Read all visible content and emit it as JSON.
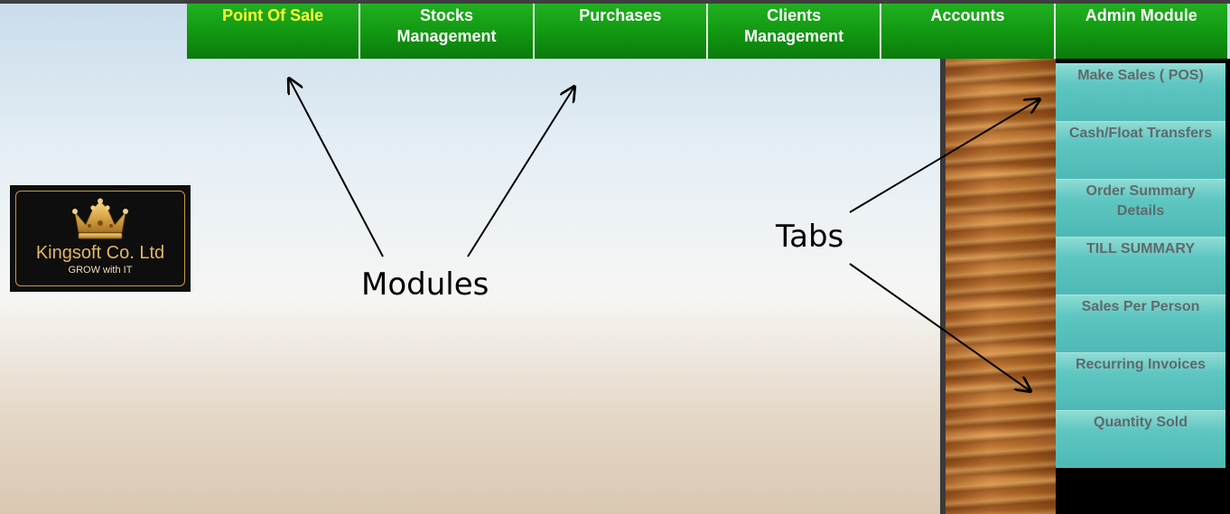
{
  "modules": [
    {
      "label": "Point Of Sale",
      "active": true
    },
    {
      "label": "Stocks\nManagement",
      "active": false
    },
    {
      "label": "Purchases",
      "active": false
    },
    {
      "label": "Clients\nManagement",
      "active": false
    },
    {
      "label": "Accounts",
      "active": false
    },
    {
      "label": "Admin Module",
      "active": false
    }
  ],
  "tabs": [
    {
      "label": "Make Sales ( POS)"
    },
    {
      "label": "Cash/Float Transfers"
    },
    {
      "label": "Order Summary\nDetails"
    },
    {
      "label": "TILL SUMMARY"
    },
    {
      "label": "Sales Per Person"
    },
    {
      "label": "Recurring Invoices"
    },
    {
      "label": "Quantity Sold"
    }
  ],
  "logo": {
    "name": "Kingsoft Co. Ltd",
    "tagline": "GROW with IT",
    "icon": "crown-icon"
  },
  "annotations": {
    "modules": "Modules",
    "tabs": "Tabs"
  },
  "colors": {
    "module_green": "#119611",
    "active_module_text": "#ffff33",
    "tab_teal": "#5fc6c1",
    "tab_text": "#5e6a6b",
    "logo_gold": "#e3b663"
  }
}
